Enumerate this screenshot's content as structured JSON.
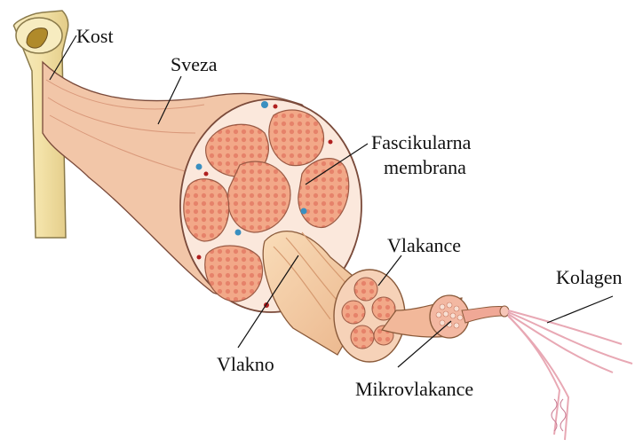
{
  "labels": {
    "kost": "Kost",
    "sveza": "Sveza",
    "fascikularna_1": "Fascikularna",
    "fascikularna_2": "membrana",
    "vlakance": "Vlakance",
    "vlakno": "Vlakno",
    "mikrovlakance": "Mikrovlakance",
    "kolagen": "Kolagen"
  },
  "colors": {
    "bone": "#f3e2a8",
    "bone_edge": "#8a7a4a",
    "sheath": "#f0c0a0",
    "sheath_edge": "#7a4a3a",
    "fascicle": "#f2a888",
    "fascicle_dot": "#e6826a",
    "membrane": "#fbe8dc",
    "fiber": "#f5caa0",
    "blue_vessel": "#3a8fc0",
    "red_vessel": "#b02020"
  }
}
